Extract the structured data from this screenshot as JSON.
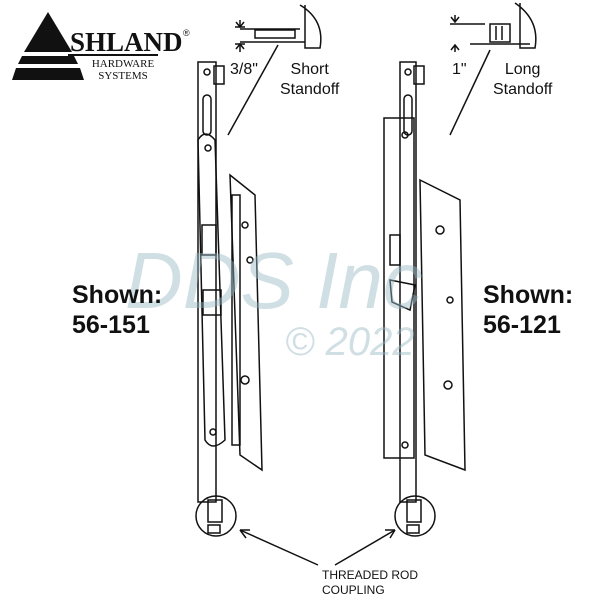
{
  "logo": {
    "initial": "A",
    "name": "SHLAND",
    "registered": "®",
    "line1": "HARDWARE",
    "line2": "SYSTEMS"
  },
  "left": {
    "dimension": "3/8\"",
    "standoff_line1": "Short",
    "standoff_line2": "Standoff",
    "shown_label": "Shown:",
    "part_number": "56-151"
  },
  "right": {
    "dimension": "1\"",
    "standoff_line1": "Long",
    "standoff_line2": "Standoff",
    "shown_label": "Shown:",
    "part_number": "56-121"
  },
  "caption": {
    "line1": "THREADED ROD",
    "line2": "COUPLING"
  },
  "watermark": {
    "brand": "DDS Inc",
    "copyright": "© 2022"
  }
}
